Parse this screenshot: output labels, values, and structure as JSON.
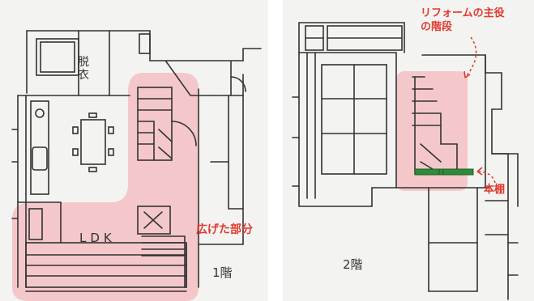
{
  "floor1": {
    "datsui_line1": "脱",
    "datsui_line2": "衣",
    "ldk": "LDK",
    "expanded_area": "広げた部分",
    "floor_label": "1階"
  },
  "floor2": {
    "reform_line1": "リフォームの主役",
    "reform_line2": "の階段",
    "bookshelf": "本棚",
    "floor_label": "2階"
  },
  "colors": {
    "highlight_pink": "#f4b9bc",
    "annotation_red": "#e03a2e",
    "bookshelf_green": "#2e8b3a",
    "line": "#333333"
  }
}
